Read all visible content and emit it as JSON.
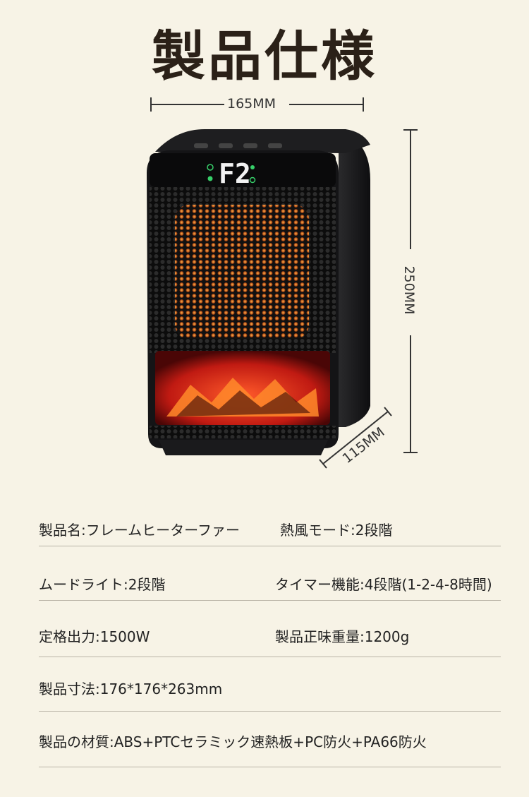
{
  "title": "製品仕様",
  "dimensions": {
    "width": "165MM",
    "height": "250MM",
    "depth": "115MM"
  },
  "display": {
    "code": "F2"
  },
  "specs": [
    {
      "left": "製品名:フレームヒーターファー",
      "right": "熱風モード:2段階"
    },
    {
      "left": "ムードライト:2段階",
      "right": "タイマー機能:4段階(1-2-4-8時間)"
    },
    {
      "left": "定格出力:1500W",
      "right": "製品正味重量:1200g"
    },
    {
      "left": "製品寸法:176*176*263mm",
      "right": ""
    },
    {
      "left": "製品の材質:ABS+PTCセラミック速熱板+PC防火+PA66防火",
      "right": ""
    }
  ],
  "colors": {
    "background": "#f7f3e6",
    "heater_body": "#1b1b1d",
    "flame": "#e23c1a",
    "display_green": "#37d06a"
  }
}
